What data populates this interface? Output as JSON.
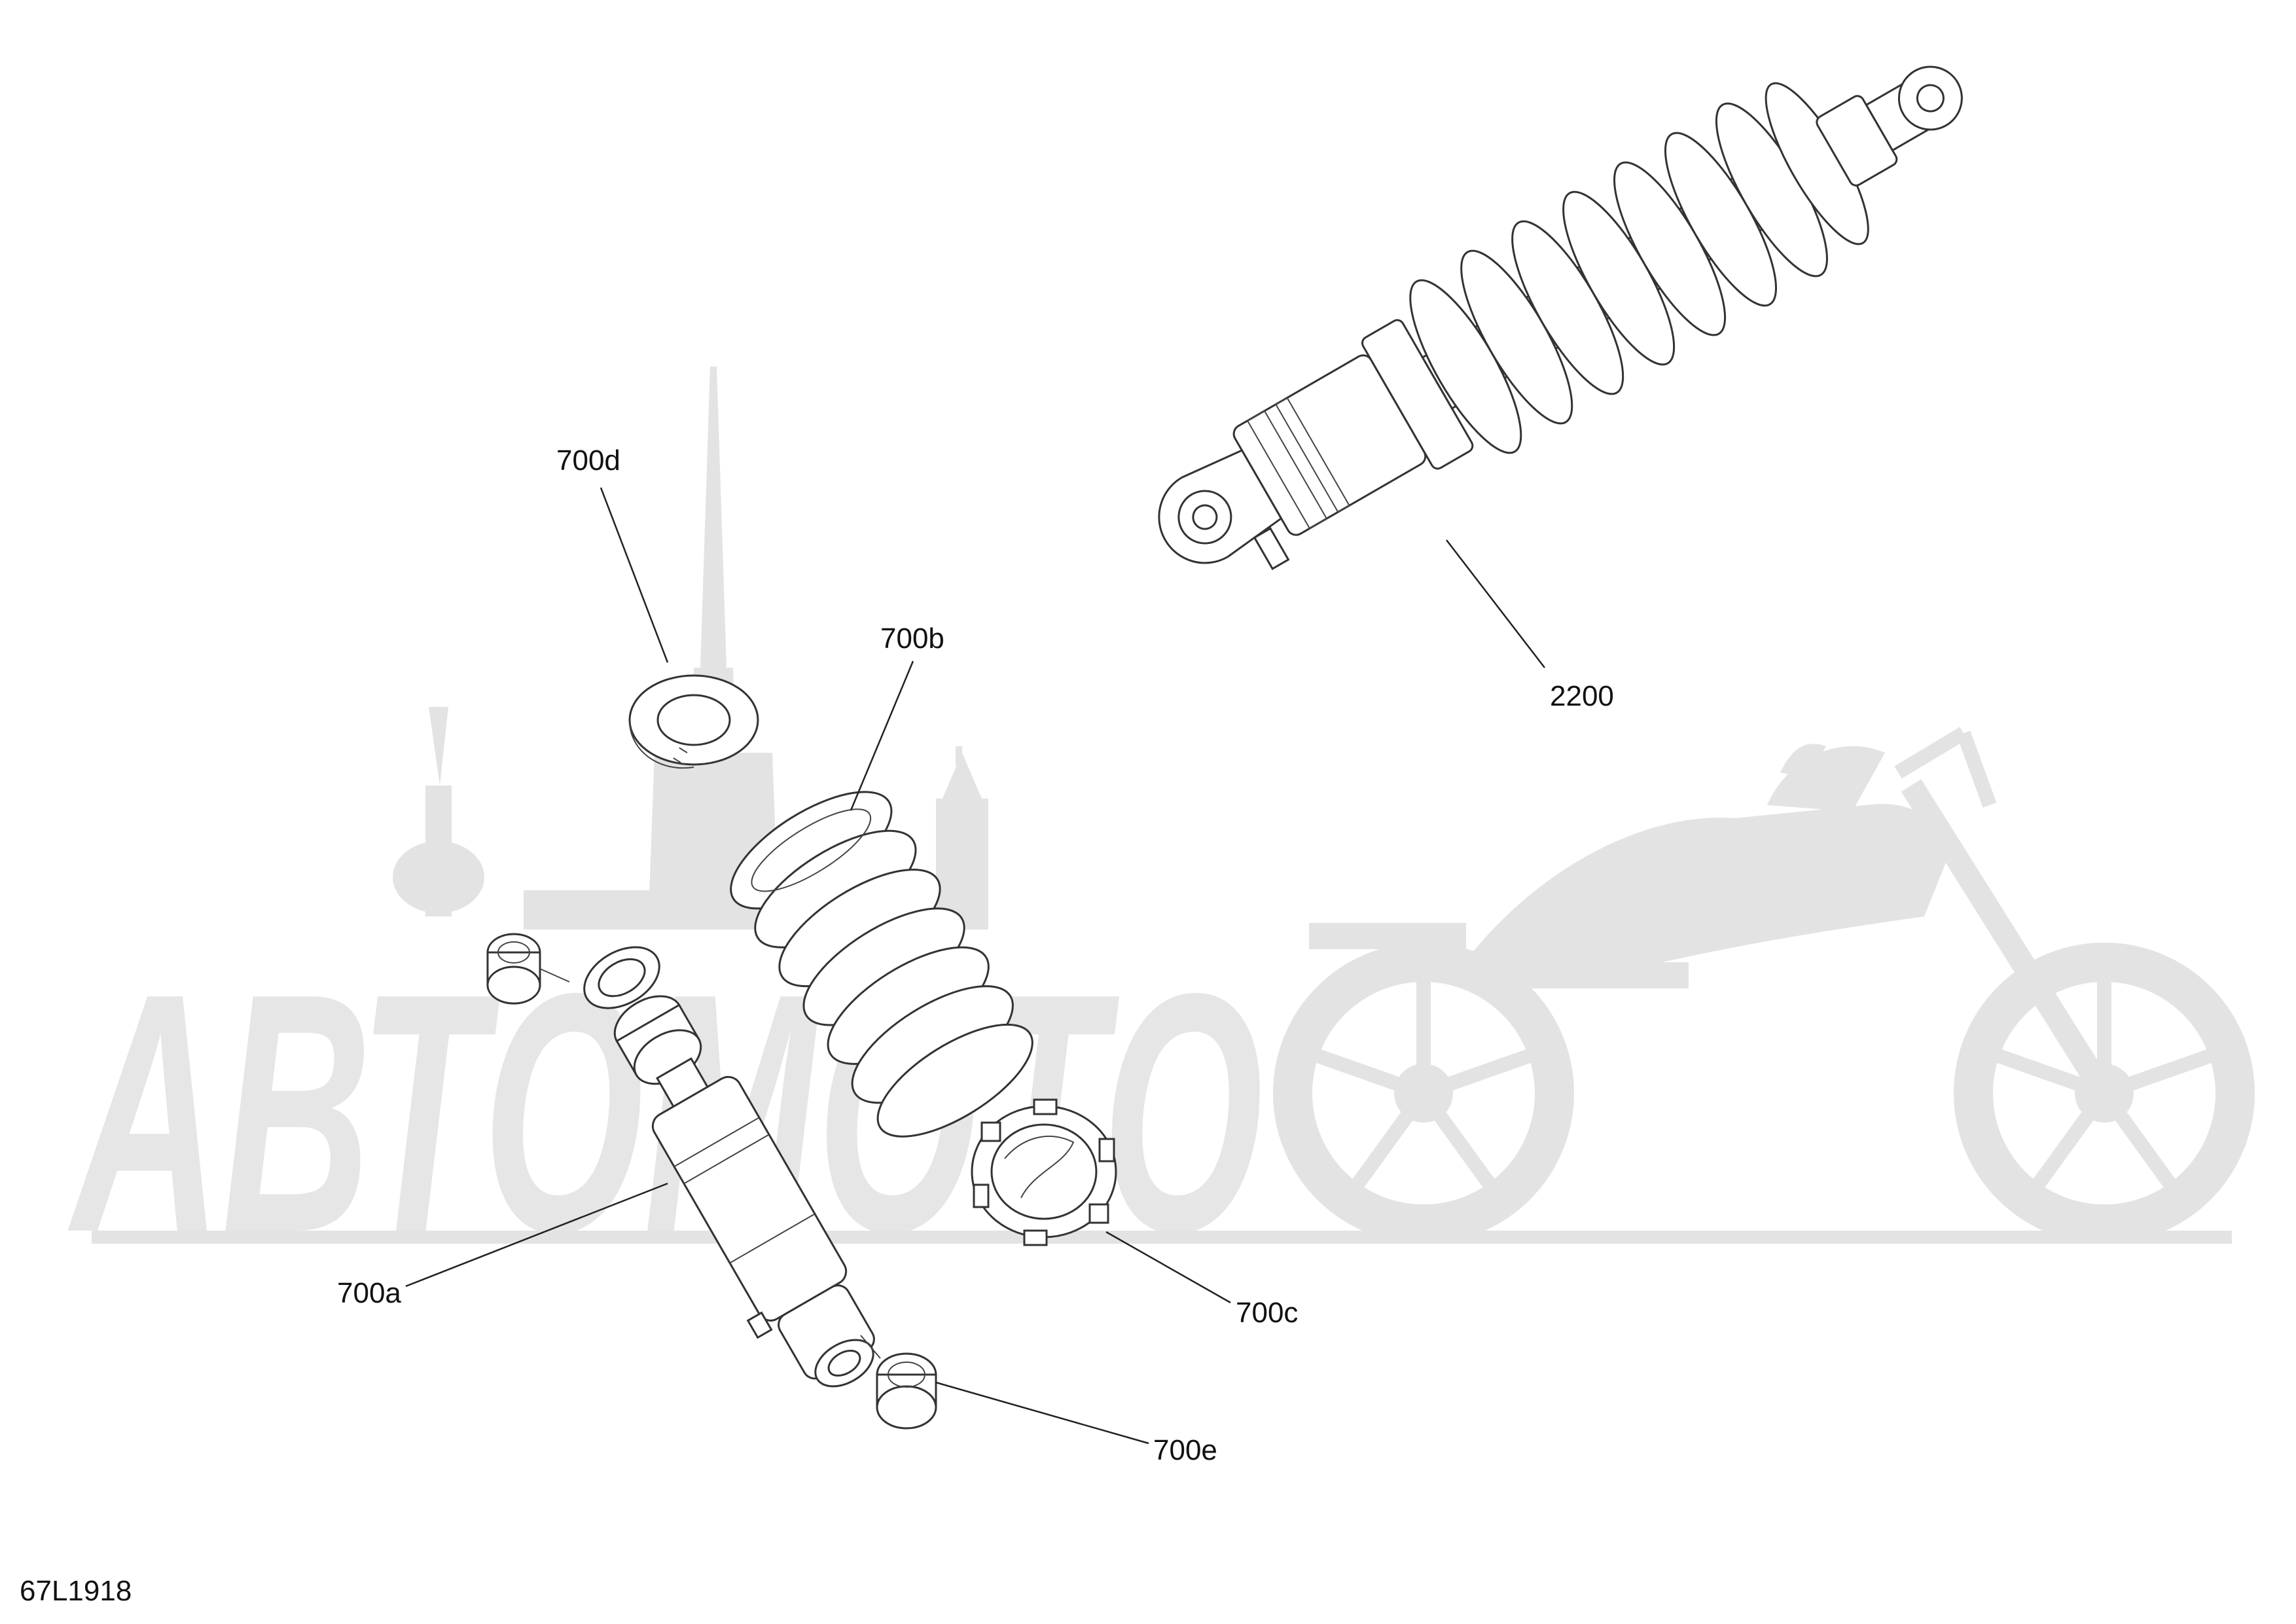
{
  "figure_code": "67L1918",
  "watermark_text": "АВТОМОТО",
  "callouts": {
    "c2200": "2200",
    "c700a": "700a",
    "c700b": "700b",
    "c700c": "700c",
    "c700d": "700d",
    "c700e": "700e"
  },
  "colors": {
    "line": "#333333",
    "watermark": "#e3e3e3",
    "background": "#ffffff"
  }
}
